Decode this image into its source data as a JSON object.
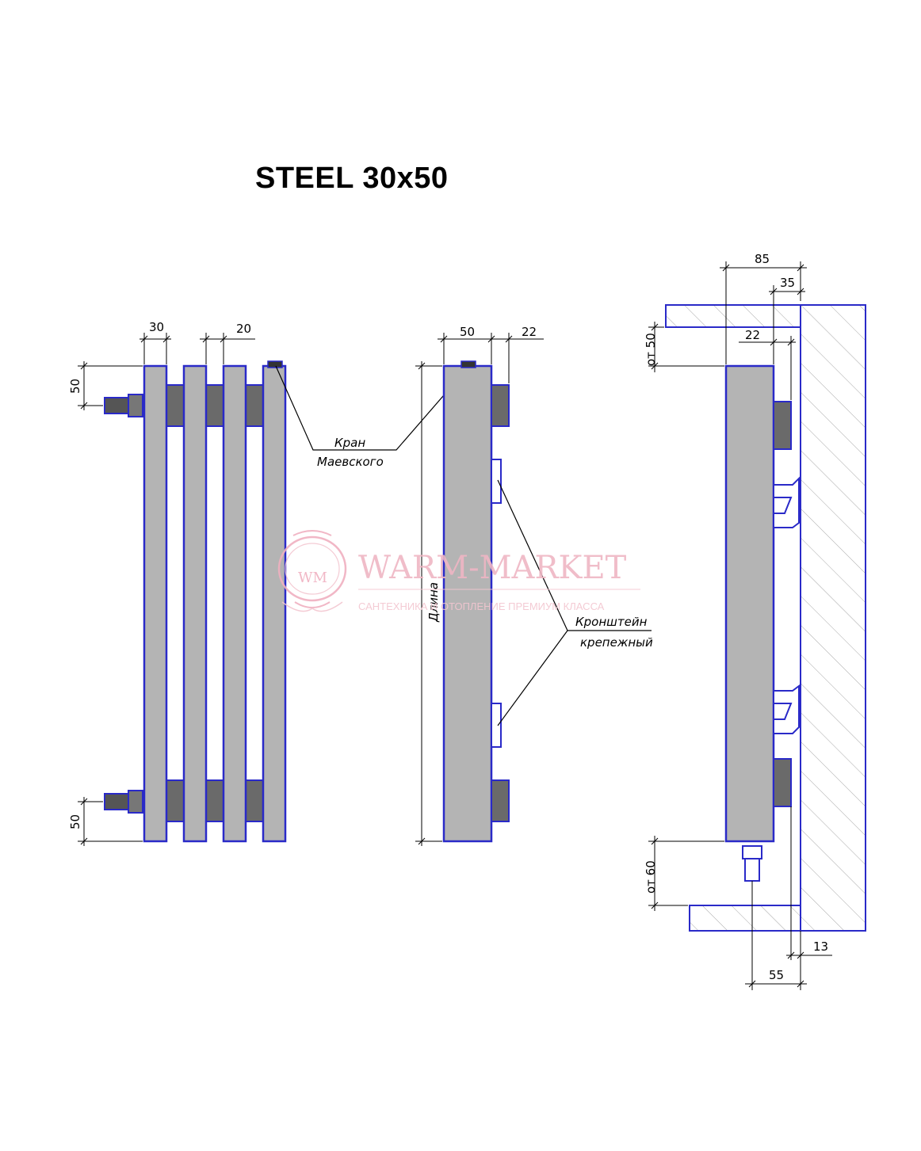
{
  "title": "STEEL 30x50",
  "colors": {
    "outline": "#2a2ac8",
    "section_fill": "#b4b4b4",
    "connector_fill": "#6a6a6a",
    "wall_hatch": "#9a9a9a",
    "watermark": "#efb6c4"
  },
  "front_view": {
    "dims": {
      "section_width": "30",
      "section_gap": "20",
      "top_offset": "50",
      "bottom_offset": "50"
    },
    "valve_label": [
      "Кран",
      "Маевского"
    ]
  },
  "side_view": {
    "dims": {
      "depth": "50",
      "bracket": "22",
      "length": "Длина"
    },
    "bracket_label": [
      "Кронштейн",
      "крепежный"
    ]
  },
  "install_view": {
    "dims": {
      "total_depth": "85",
      "wall_gap": "35",
      "bracket": "22",
      "top_clearance": "от 50",
      "bottom_clearance": "от 60",
      "pipe_offset": "55",
      "pipe_wall": "13"
    }
  },
  "watermark": {
    "brand": "WARM-MARKET",
    "tagline": "САНТЕХНИКА И ОТОПЛЕНИЕ ПРЕМИУМ КЛАССА",
    "monogram": "WM"
  }
}
